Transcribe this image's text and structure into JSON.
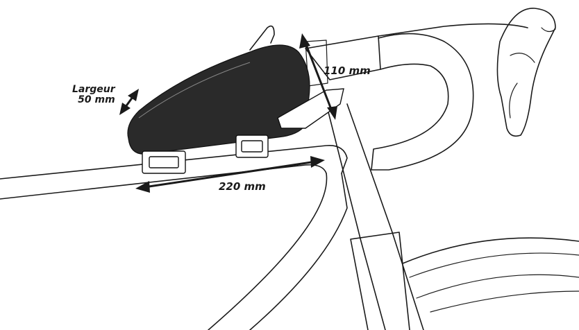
{
  "labels": {
    "width_line1": "Largeur",
    "width_line2": "50 mm",
    "height": "110 mm",
    "length": "220 mm"
  },
  "colors": {
    "ink": "#1a1a1a",
    "bag": "#2a2a2a",
    "background": "#ffffff"
  }
}
